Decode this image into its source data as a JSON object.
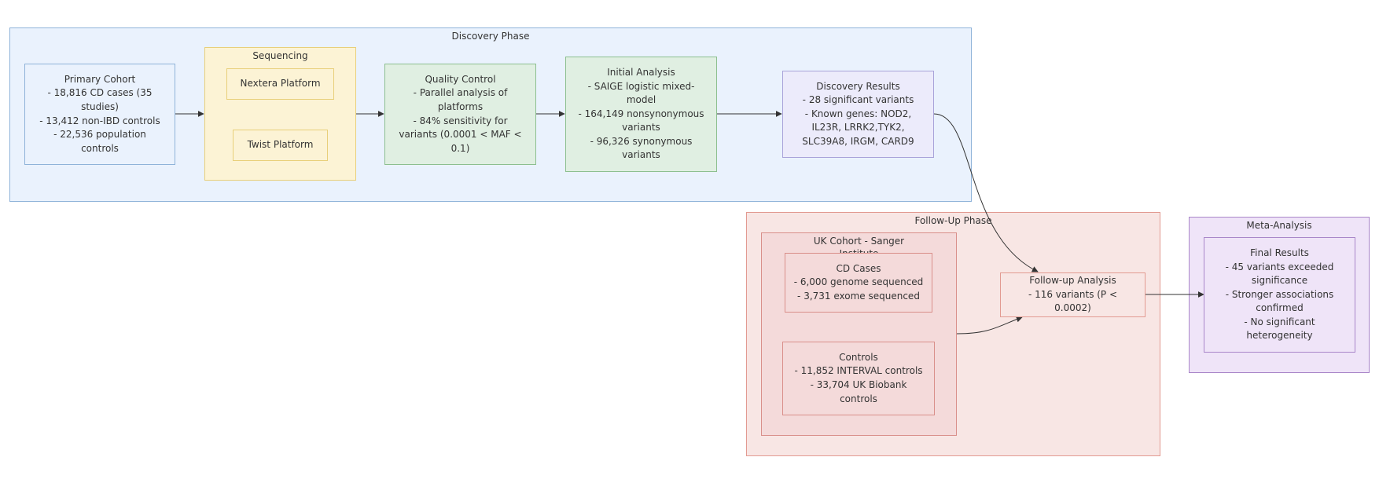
{
  "colors": {
    "discovery_fill": "#eaf2fd",
    "discovery_stroke": "#8fb3d9",
    "sequencing_fill": "#fcf3d5",
    "sequencing_stroke": "#e8cf7a",
    "qc_fill": "#e0efe2",
    "qc_stroke": "#8cbf8f",
    "results_fill": "#ecebfb",
    "results_stroke": "#a9a3d9",
    "followup_fill": "#f8e6e4",
    "followup_stroke": "#e29a91",
    "uk_fill": "#f4dada",
    "uk_stroke": "#d98f8a",
    "meta_fill": "#efe4f8",
    "meta_stroke": "#a986c9",
    "edge": "#333333"
  },
  "clusters": {
    "discovery": "Discovery Phase",
    "sequencing": "Sequencing",
    "followup": "Follow-Up Phase",
    "uk_cohort": "UK Cohort - Sanger Institute",
    "meta": "Meta-Analysis"
  },
  "nodes": {
    "primary_cohort": [
      "Primary Cohort",
      "- 18,816 CD cases (35",
      "studies)",
      "- 13,412 non-IBD controls",
      "- 22,536 population",
      "controls"
    ],
    "nextera": [
      "Nextera Platform"
    ],
    "twist": [
      "Twist Platform"
    ],
    "quality_control": [
      "Quality Control",
      "- Parallel analysis of",
      "platforms",
      "- 84% sensitivity for",
      "variants (0.0001 < MAF <",
      "0.1)"
    ],
    "initial_analysis": [
      "Initial Analysis",
      "- SAIGE logistic mixed-",
      "model",
      "- 164,149 nonsynonymous",
      "variants",
      "- 96,326 synonymous",
      "variants"
    ],
    "discovery_results": [
      "Discovery Results",
      "- 28 significant variants",
      "- Known genes: NOD2,",
      "IL23R, LRRK2,TYK2,",
      "SLC39A8, IRGM, CARD9"
    ],
    "cd_cases": [
      "CD Cases",
      "- 6,000 genome sequenced",
      "- 3,731 exome sequenced"
    ],
    "controls": [
      "Controls",
      "- 11,852 INTERVAL controls",
      "- 33,704 UK Biobank",
      "controls"
    ],
    "followup_analysis": [
      "Follow-up Analysis",
      "- 116 variants (P < 0.0002)"
    ],
    "final_results": [
      "Final Results",
      "- 45 variants exceeded",
      "significance",
      "- Stronger associations",
      "confirmed",
      "- No significant",
      "heterogeneity"
    ]
  }
}
